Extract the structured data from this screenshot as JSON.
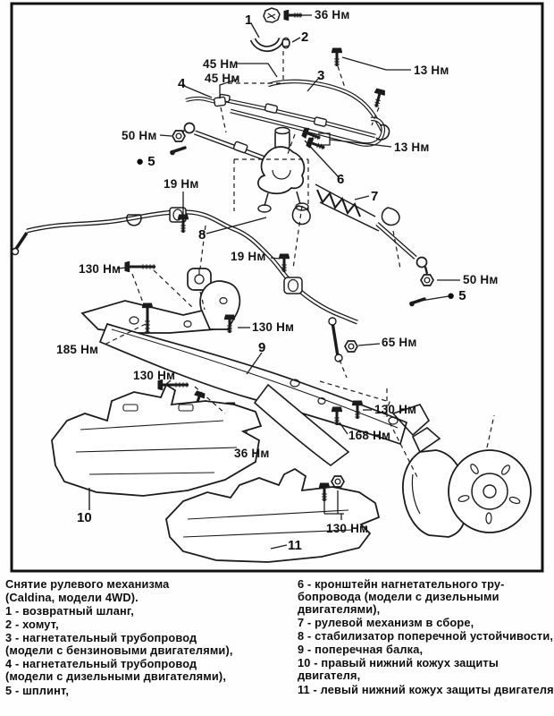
{
  "figure": {
    "type": "technical-diagram",
    "subject": "steering gear removal, suspension crossmember and engine covers",
    "units_note": "Нм"
  },
  "diagram": {
    "torque_labels": [
      {
        "text": "36 Нм"
      },
      {
        "text": "45 Нм"
      },
      {
        "text": "45 Нм"
      },
      {
        "text": "13 Нм"
      },
      {
        "text": "50 Нм"
      },
      {
        "text": "13 Нм"
      },
      {
        "text": "19 Нм"
      },
      {
        "text": "19 Нм"
      },
      {
        "text": "130 Нм"
      },
      {
        "text": "50 Нм"
      },
      {
        "text": "65 Нм"
      },
      {
        "text": "185 Нм"
      },
      {
        "text": "130 Нм"
      },
      {
        "text": "130 Нм"
      },
      {
        "text": "130 Нм"
      },
      {
        "text": "168 Нм"
      },
      {
        "text": "36 Нм"
      },
      {
        "text": "130 Нм"
      }
    ],
    "callouts": [
      {
        "text": "1"
      },
      {
        "text": "2"
      },
      {
        "text": "3"
      },
      {
        "text": "4"
      },
      {
        "text": "● 5"
      },
      {
        "text": "6"
      },
      {
        "text": "7"
      },
      {
        "text": "8"
      },
      {
        "text": "● 5"
      },
      {
        "text": "9"
      },
      {
        "text": "10"
      },
      {
        "text": "11"
      }
    ]
  },
  "legend": {
    "title_lines": [
      "Снятие рулевого механизма",
      "(Caldina, модели 4WD)."
    ],
    "left_items": [
      "1 - возвратный шланг,",
      "2 - хомут,",
      "3 - нагнетательный трубопровод (модели с бензиновыми двигателями),",
      "4 - нагнетательный трубопровод (модели с дизельными двигателями),",
      "5 - шплинт,"
    ],
    "right_items": [
      "6 - кронштейн нагнетательного тру-бопровода (модели с дизельными двигателями),",
      "7 - рулевой механизм в сборе,",
      "8 - стабилизатор поперечной устойчивости,",
      "9 - поперечная балка,",
      "10 - правый нижний кожух защиты двигателя,",
      "11 - левый нижний кожух защиты двигателя"
    ]
  }
}
